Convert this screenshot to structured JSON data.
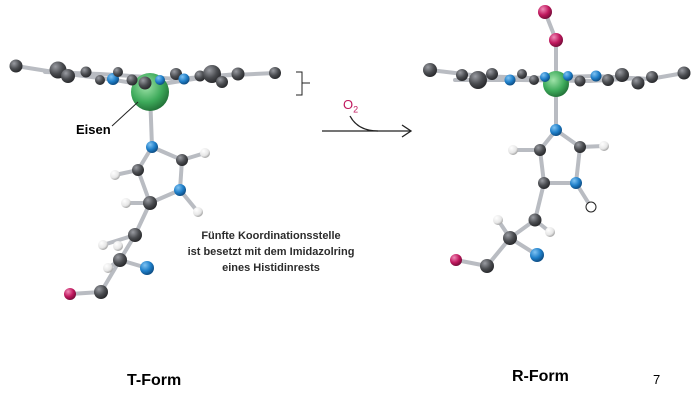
{
  "labels": {
    "iron": "Eisen",
    "caption_lines": [
      "Fünfte Koordinationsstelle",
      "ist besetzt mit dem Imidazolring",
      "eines Histidinrests"
    ],
    "t_form": "T-Form",
    "r_form": "R-Form",
    "page_number": "7",
    "o2_symbol": "O",
    "o2_subscript": "2"
  },
  "colors": {
    "carbon": "#4a4c50",
    "nitrogen": "#1e7ec8",
    "oxygen": "#c0185e",
    "hydrogen": "#e6e6e6",
    "iron": "#3daa5a",
    "bond": "#b9bcc2"
  }
}
